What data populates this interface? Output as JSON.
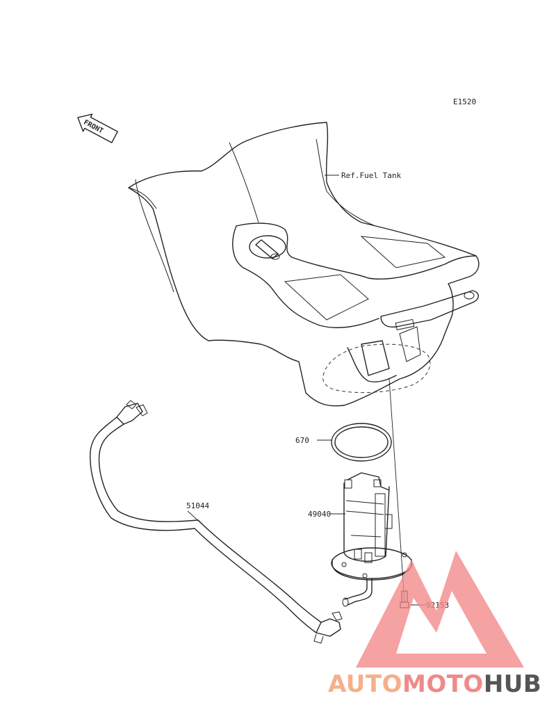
{
  "diagram_code": "E1520",
  "front_label": "FRONT",
  "callouts": {
    "fuel_tank_ref": "Ref.Fuel Tank",
    "gasket": "670",
    "fuel_hose": "51044",
    "fuel_pump": "49040",
    "bolt": "92153"
  },
  "watermark": {
    "part1": "AUTO",
    "part2": "MOTO",
    "part3": "HUB",
    "color1": "#f5b08a",
    "color2": "#f08a8a",
    "color3": "#555555",
    "logo_color": "#f28b8b"
  }
}
